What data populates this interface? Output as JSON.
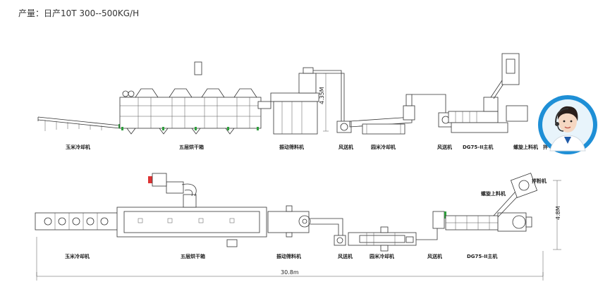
{
  "caption": "产量：日产10T 300--500KG/H",
  "top_row_labels": {
    "cooler": "玉米冷却机",
    "dryer": "五层烘干箱",
    "vibrator": "振动筛料机",
    "blower1": "风送机",
    "rotary_cooler": "园米冷却机",
    "blower2": "风送机",
    "main_machine": "DG75-II主机",
    "screw_feeder": "螺旋上料机",
    "mixer": "拌"
  },
  "top_row_dimension": "4.35M",
  "bottom_row_labels": {
    "cooler": "玉米冷却机",
    "dryer": "五层烘干箱",
    "vibrator": "振动筛料机",
    "blower1": "风送机",
    "rotary_cooler": "园米冷却机",
    "blower2": "风送机",
    "main_machine": "DG75-II主机",
    "screw_feeder": "螺旋上料机",
    "mixer": "拌粉机"
  },
  "bottom_row_height_dimension": "4.8M",
  "bottom_row_length_dimension": "30.8m",
  "colors": {
    "line": "#333333",
    "accent_green": "#2e9e3c",
    "accent_red": "#dd3333",
    "avatar_bg": "#1e8fd6"
  },
  "icons": {
    "avatar": "customer-service-avatar-icon"
  }
}
